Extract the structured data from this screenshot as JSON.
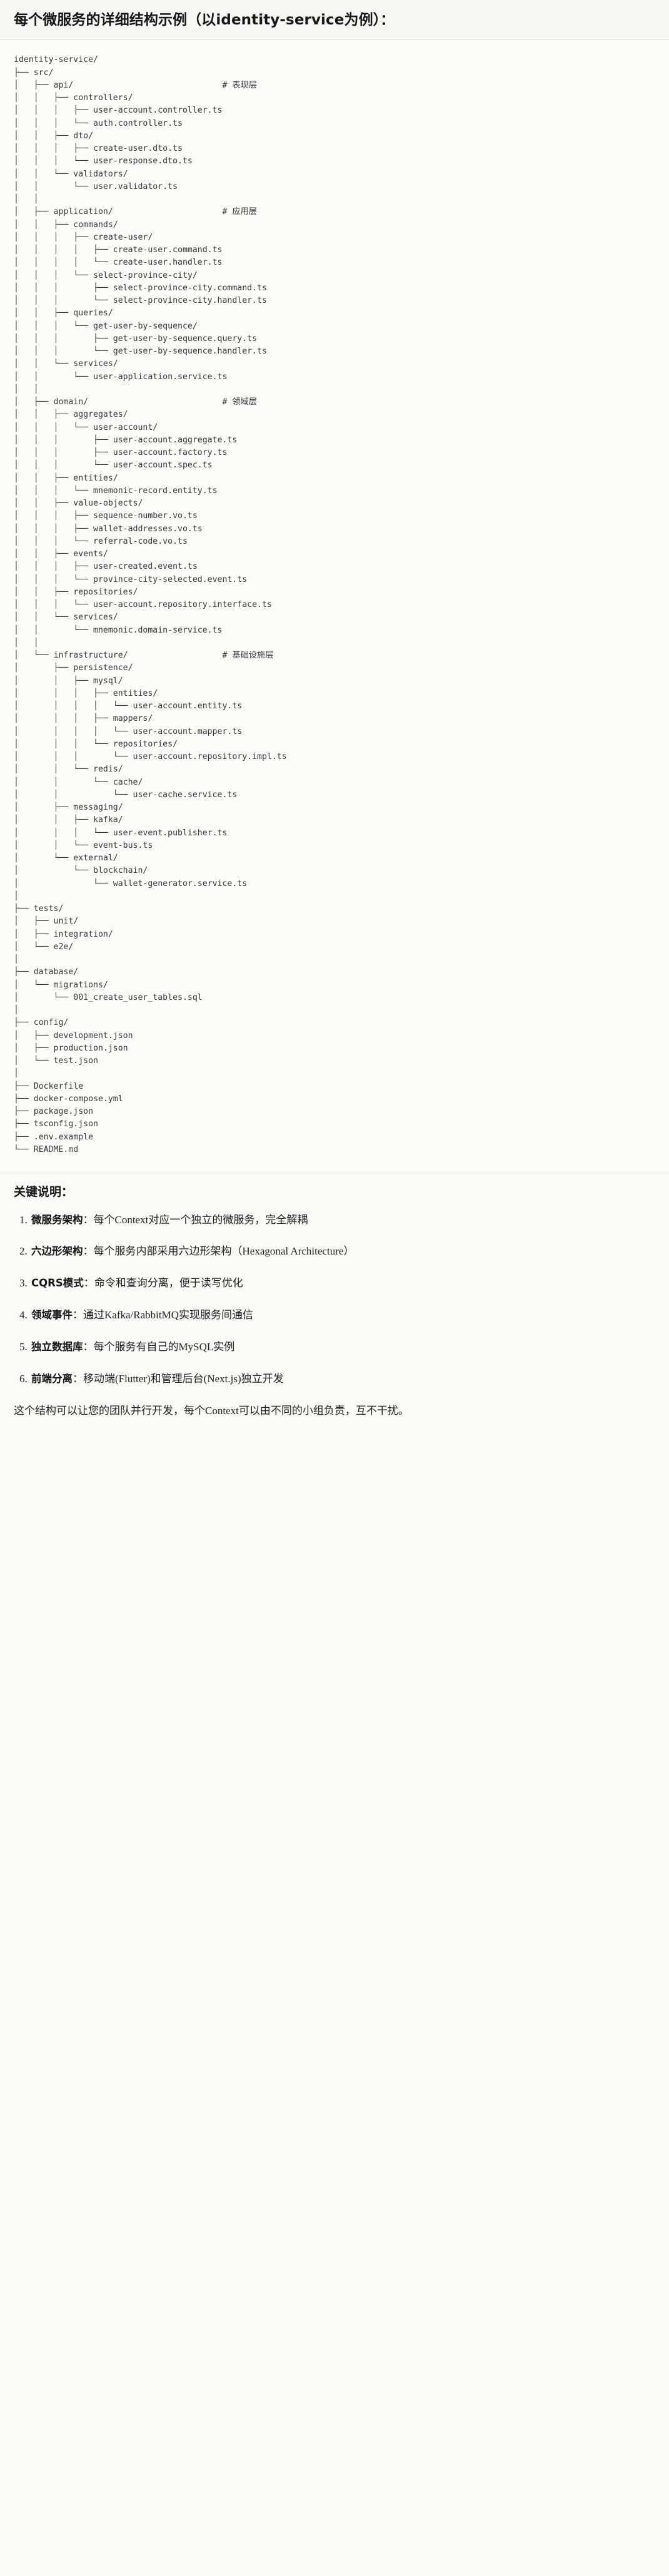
{
  "heading": "每个微服务的详细结构示例（以identity-service为例）：",
  "tree": {
    "root": "identity-service/",
    "text": "identity-service/\n├── src/\n│   ├── api/                              # 表现层\n│   │   ├── controllers/\n│   │   │   ├── user-account.controller.ts\n│   │   │   └── auth.controller.ts\n│   │   ├── dto/\n│   │   │   ├── create-user.dto.ts\n│   │   │   └── user-response.dto.ts\n│   │   └── validators/\n│   │       └── user.validator.ts\n│   │\n│   ├── application/                      # 应用层\n│   │   ├── commands/\n│   │   │   ├── create-user/\n│   │   │   │   ├── create-user.command.ts\n│   │   │   │   └── create-user.handler.ts\n│   │   │   └── select-province-city/\n│   │   │       ├── select-province-city.command.ts\n│   │   │       └── select-province-city.handler.ts\n│   │   ├── queries/\n│   │   │   └── get-user-by-sequence/\n│   │   │       ├── get-user-by-sequence.query.ts\n│   │   │       └── get-user-by-sequence.handler.ts\n│   │   └── services/\n│   │       └── user-application.service.ts\n│   │\n│   ├── domain/                           # 领域层\n│   │   ├── aggregates/\n│   │   │   └── user-account/\n│   │   │       ├── user-account.aggregate.ts\n│   │   │       ├── user-account.factory.ts\n│   │   │       └── user-account.spec.ts\n│   │   ├── entities/\n│   │   │   └── mnemonic-record.entity.ts\n│   │   ├── value-objects/\n│   │   │   ├── sequence-number.vo.ts\n│   │   │   ├── wallet-addresses.vo.ts\n│   │   │   └── referral-code.vo.ts\n│   │   ├── events/\n│   │   │   ├── user-created.event.ts\n│   │   │   └── province-city-selected.event.ts\n│   │   ├── repositories/\n│   │   │   └── user-account.repository.interface.ts\n│   │   └── services/\n│   │       └── mnemonic.domain-service.ts\n│   │\n│   └── infrastructure/                   # 基础设施层\n│       ├── persistence/\n│       │   ├── mysql/\n│       │   │   ├── entities/\n│       │   │   │   └── user-account.entity.ts\n│       │   │   ├── mappers/\n│       │   │   │   └── user-account.mapper.ts\n│       │   │   └── repositories/\n│       │   │       └── user-account.repository.impl.ts\n│       │   └── redis/\n│       │       └── cache/\n│       │           └── user-cache.service.ts\n│       ├── messaging/\n│       │   ├── kafka/\n│       │   │   └── user-event.publisher.ts\n│       │   └── event-bus.ts\n│       └── external/\n│           └── blockchain/\n│               └── wallet-generator.service.ts\n│\n├── tests/\n│   ├── unit/\n│   ├── integration/\n│   └── e2e/\n│\n├── database/\n│   └── migrations/\n│       └── 001_create_user_tables.sql\n│\n├── config/\n│   ├── development.json\n│   ├── production.json\n│   └── test.json\n│\n├── Dockerfile\n├── docker-compose.yml\n├── package.json\n├── tsconfig.json\n├── .env.example\n└── README.md",
    "layer_comments": [
      "# 表现层",
      "# 应用层",
      "# 领域层",
      "# 基础设施层"
    ]
  },
  "notes": {
    "title": "关键说明：",
    "items": [
      {
        "term": "微服务架构",
        "sep": "：",
        "desc": "每个Context对应一个独立的微服务，完全解耦"
      },
      {
        "term": "六边形架构",
        "sep": "：",
        "desc": "每个服务内部采用六边形架构（Hexagonal Architecture）"
      },
      {
        "term": "CQRS模式",
        "sep": "：",
        "desc": "命令和查询分离，便于读写优化"
      },
      {
        "term": "领域事件",
        "sep": "：",
        "desc": "通过Kafka/RabbitMQ实现服务间通信"
      },
      {
        "term": "独立数据库",
        "sep": "：",
        "desc": "每个服务有自己的MySQL实例"
      },
      {
        "term": "前端分离",
        "sep": "：",
        "desc": "移动端(Flutter)和管理后台(Next.js)独立开发"
      }
    ],
    "closing": "这个结构可以让您的团队并行开发，每个Context可以由不同的小组负责，互不干扰。"
  },
  "colors": {
    "page_background": "#faf9f6",
    "code_background": "#fcfbf8",
    "heading_background": "#f7f6f2",
    "text": "#1f2023",
    "code_text": "#33363b",
    "rule": "#e3e1db"
  }
}
